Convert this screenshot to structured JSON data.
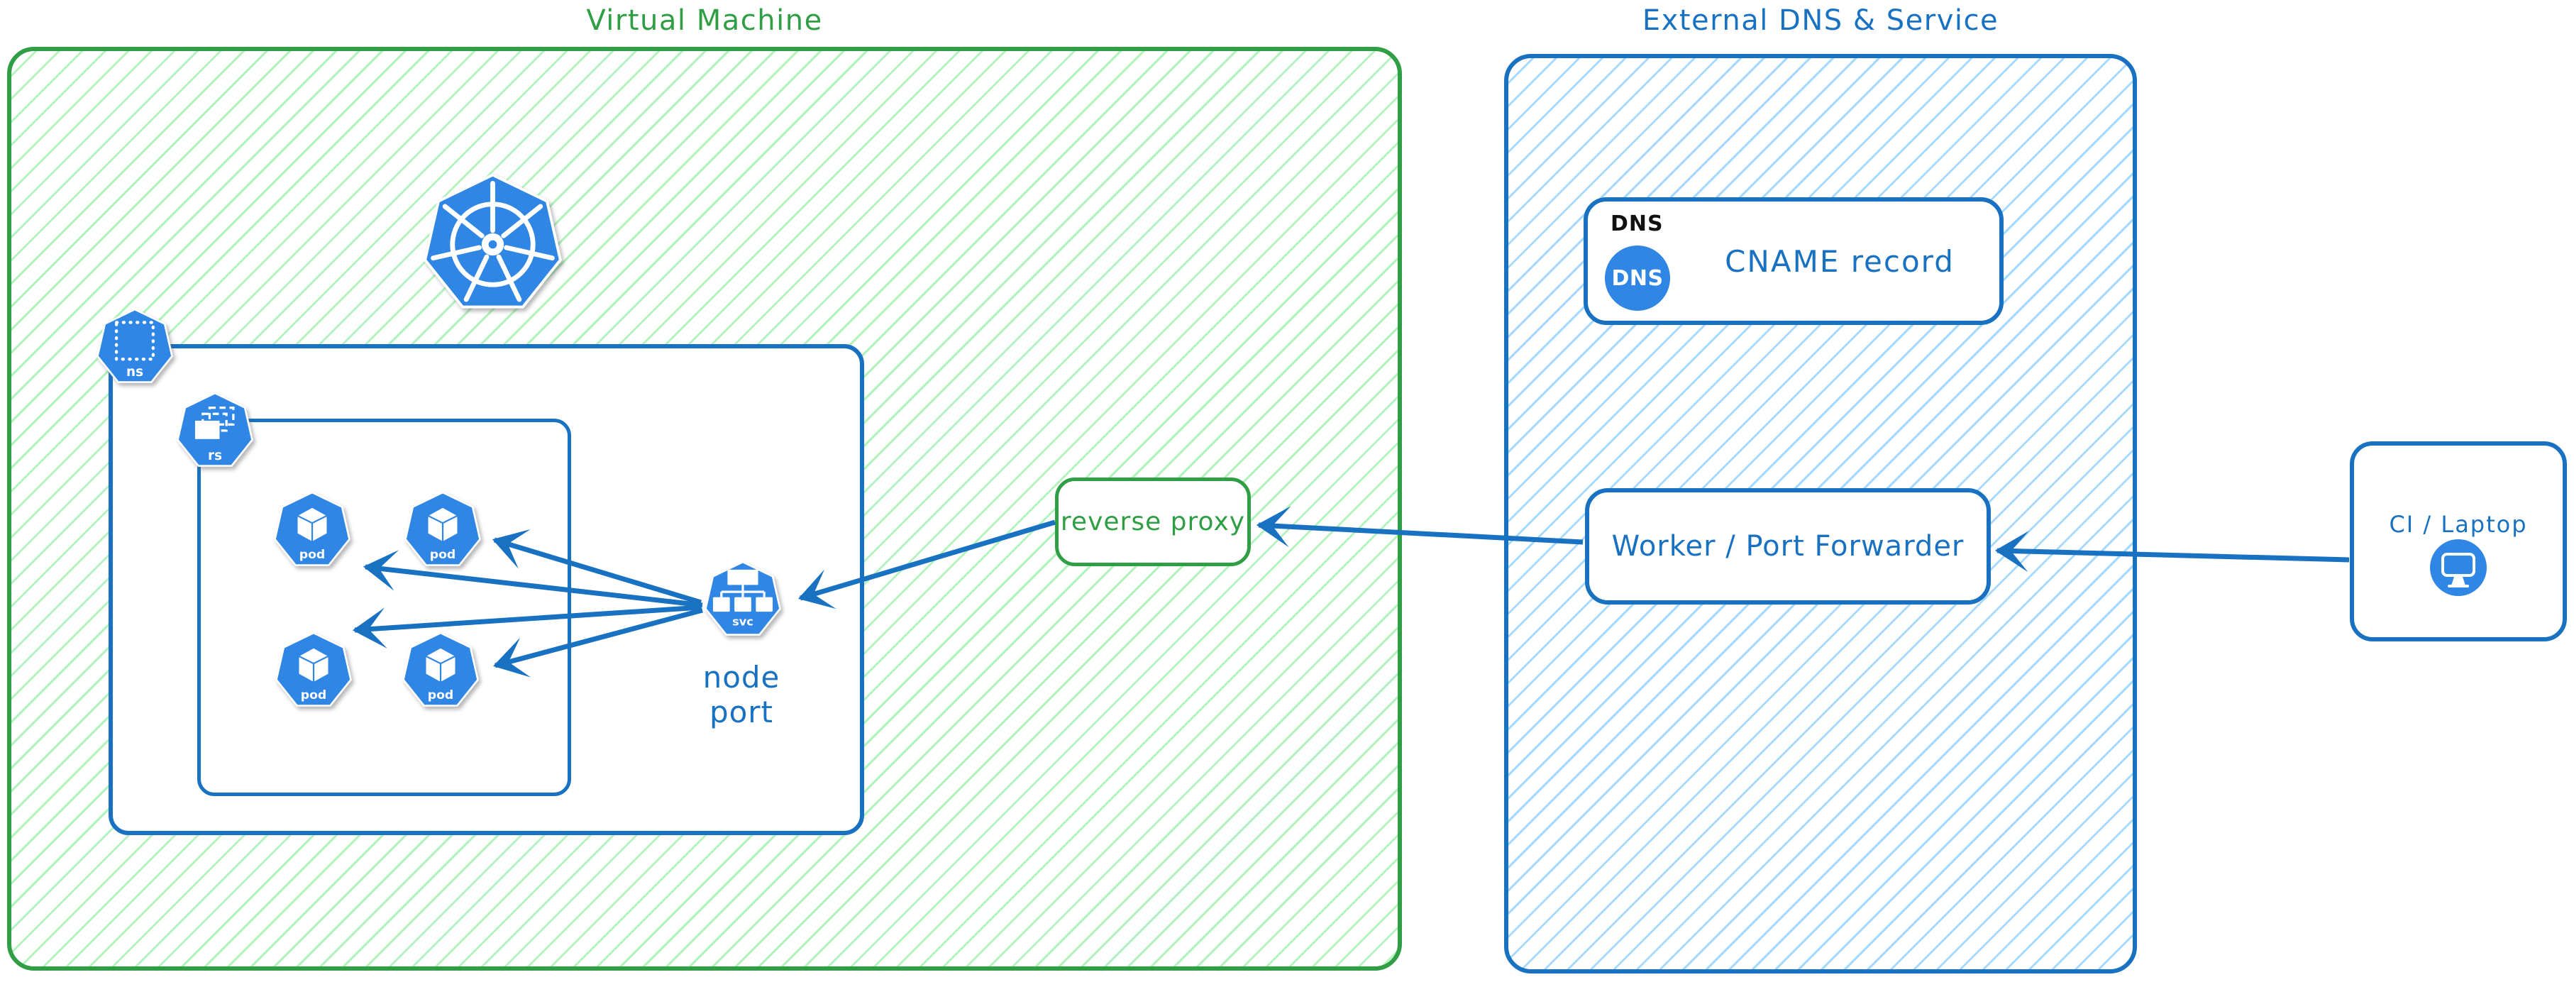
{
  "colors": {
    "green_stroke": "#2f9e44",
    "green_hatch": "#b2f2bb",
    "blue_stroke": "#1971c2",
    "blue_hatch": "#a5d8ff",
    "icon_blue": "#2f86e4",
    "black_text": "#111111",
    "white": "#ffffff"
  },
  "virtual_machine": {
    "title": "Virtual Machine",
    "kubernetes_icon": "kubernetes-helm-wheel",
    "namespace_icon_label": "ns",
    "replicaset_icon_label": "rs",
    "pod_icon_label": "pod",
    "service_icon_label": "svc",
    "service_caption": "node port",
    "reverse_proxy_label": "reverse proxy"
  },
  "external_dns": {
    "title": "External DNS & Service",
    "dns_card": {
      "tag": "DNS",
      "badge": "DNS",
      "label": "CNAME record"
    },
    "worker_label": "Worker / Port Forwarder"
  },
  "client": {
    "label": "CI / Laptop",
    "icon": "desktop-monitor"
  }
}
